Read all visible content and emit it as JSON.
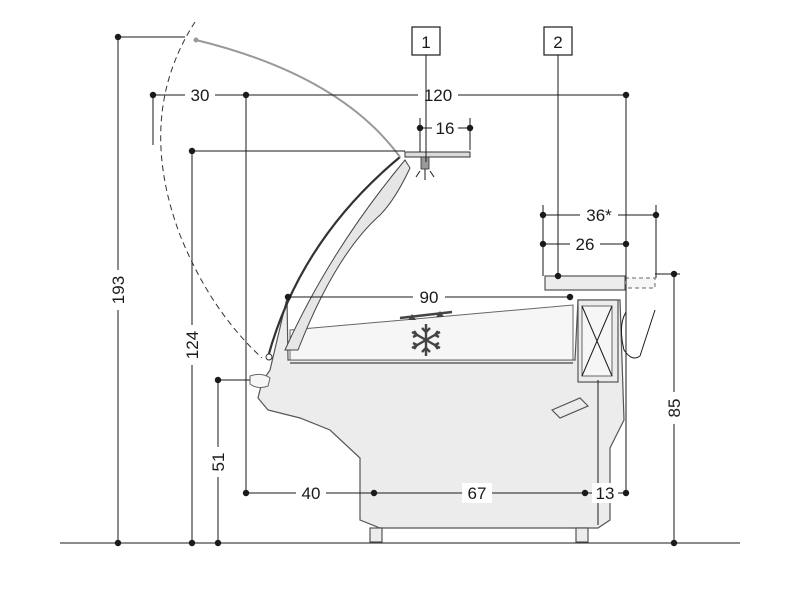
{
  "callouts": [
    {
      "id": "callout-1",
      "label": "1"
    },
    {
      "id": "callout-2",
      "label": "2"
    }
  ],
  "dimensions": {
    "total_height": "193",
    "canopy_overhang": "30",
    "total_depth": "120",
    "lamp_offset": "16",
    "shelf_depth_star": "36*",
    "shelf_depth": "26",
    "display_depth": "90",
    "glass_height": "124",
    "front_height": "51",
    "counter_height": "85",
    "base_front": "40",
    "base_depth": "67",
    "base_back": "13"
  },
  "icons": {
    "snowflake": "snowflake-icon",
    "lamp": "lamp-icon"
  },
  "colors": {
    "line": "#1a1a1a",
    "cabinet_fill": "#ececec",
    "cabinet_stroke": "#555555"
  }
}
